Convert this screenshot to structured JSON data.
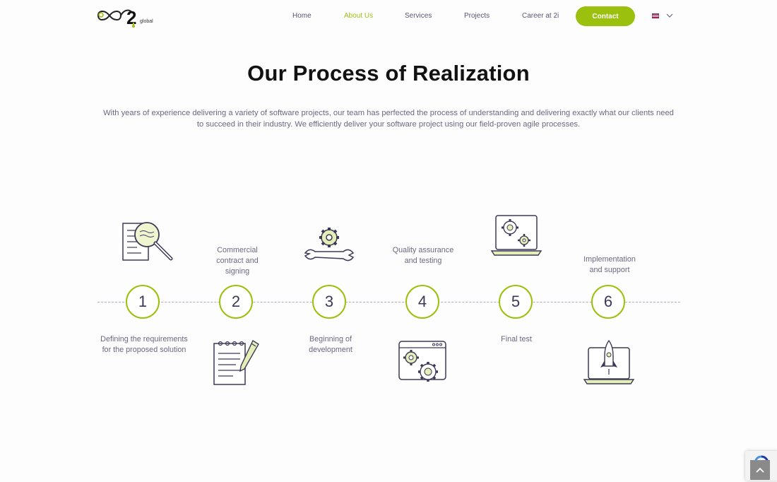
{
  "brand": {
    "logo_suffix": "global"
  },
  "nav": {
    "items": [
      {
        "label": "Home"
      },
      {
        "label": "About Us"
      },
      {
        "label": "Services"
      },
      {
        "label": "Projects"
      },
      {
        "label": "Career at 2i"
      }
    ],
    "contact_label": "Contact"
  },
  "page": {
    "title": "Our Process of Realization",
    "intro": "With years of experience delivering a variety of software projects, our team has perfected the process of understanding and delivering exactly what our clients need to succeed in their industry. We efficiently deliver your software project using our field-proven agile processes."
  },
  "steps": [
    {
      "number": "1",
      "label": "Defining the requirements for the proposed solution",
      "icon": "document-magnifier-icon"
    },
    {
      "number": "2",
      "label": "Commercial contract and signing",
      "icon": "notepad-pen-icon"
    },
    {
      "number": "3",
      "label": "Beginning of development",
      "icon": "gear-wrench-icon"
    },
    {
      "number": "4",
      "label": "Quality assurance and testing",
      "icon": "browser-gears-icon"
    },
    {
      "number": "5",
      "label": "Final test",
      "icon": "laptop-gears-icon"
    },
    {
      "number": "6",
      "label": "Implementation and support",
      "icon": "laptop-rocket-icon"
    }
  ],
  "colors": {
    "accent": "#9cc00e",
    "title": "#121212",
    "text": "#6b6880"
  }
}
